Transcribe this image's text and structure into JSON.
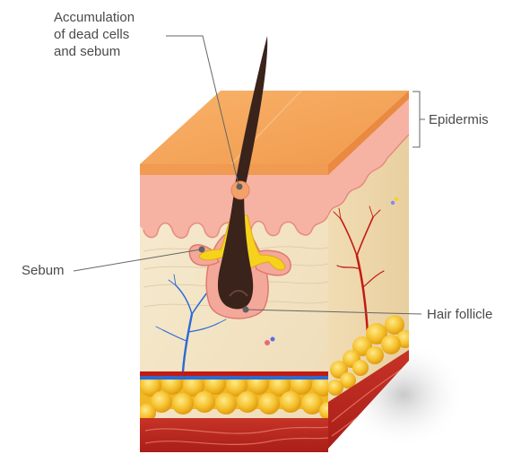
{
  "labels": {
    "accumulation": "Accumulation\nof dead cells\nand sebum",
    "epidermis": "Epidermis",
    "sebum": "Sebum",
    "hair_follicle": "Hair follicle"
  },
  "colors": {
    "epidermis_top": "#f7a35a",
    "epidermis_side": "#f09a52",
    "dermis_pink": "#f6b3a3",
    "dermis_body": "#f3e6c8",
    "fat_yellow": "#f3bf2d",
    "muscle_red": "#b8261f",
    "hair": "#3a231b",
    "sebum": "#f5d21e",
    "vein_blue": "#2a6bd6",
    "artery_red": "#c21a12",
    "text": "#4a4a4a"
  }
}
